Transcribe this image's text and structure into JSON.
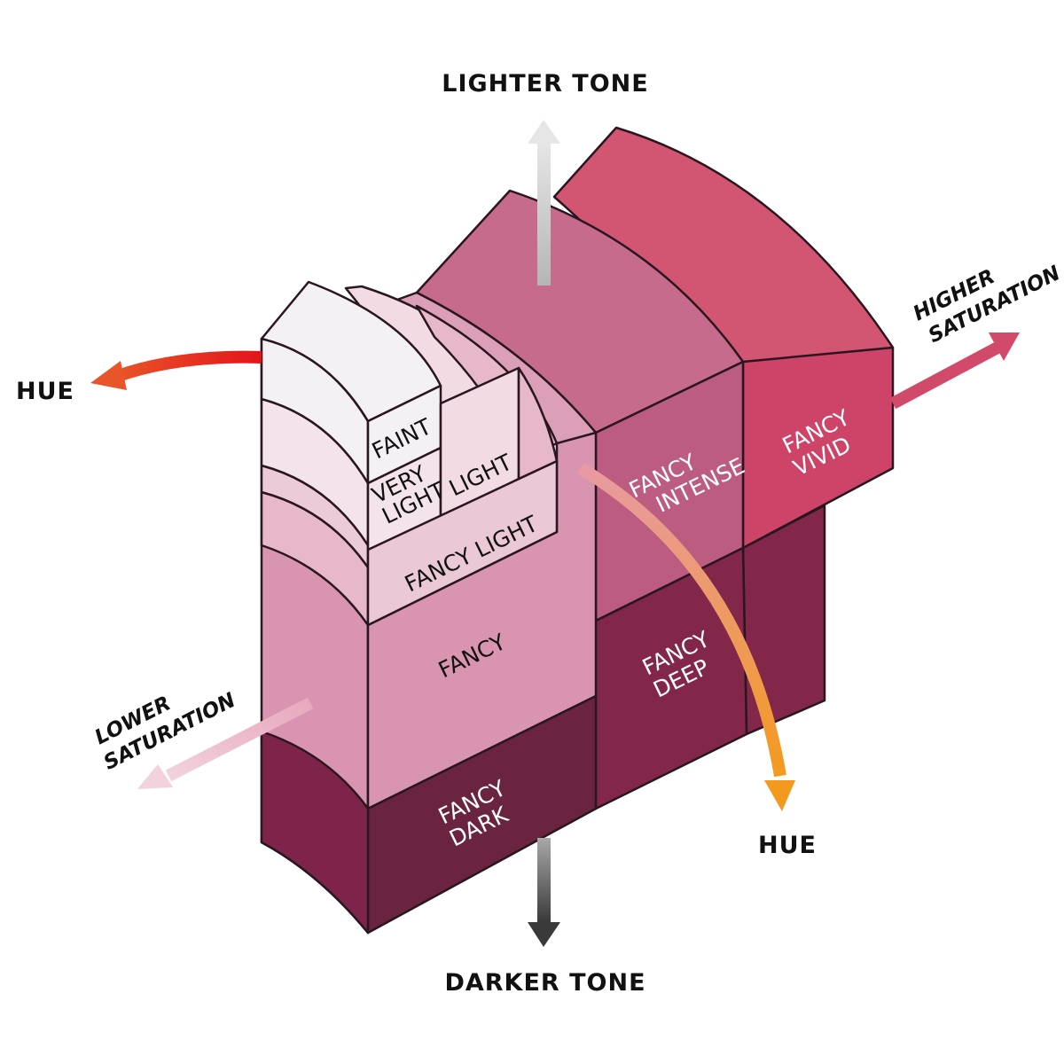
{
  "title": "Fancy Pink Diamond Color Grading",
  "axes": {
    "top": "LIGHTER TONE",
    "bottom": "DARKER TONE",
    "hue_left": "HUE",
    "hue_right": "HUE",
    "lower_saturation": [
      "LOWER",
      "SATURATION"
    ],
    "higher_saturation": [
      "HIGHER",
      "SATURATION"
    ]
  },
  "grades": {
    "faint": [
      "FAINT"
    ],
    "very_light": [
      "VERY",
      "LIGHT"
    ],
    "light": [
      "LIGHT"
    ],
    "fancy_light": [
      "FANCY LIGHT"
    ],
    "fancy": [
      "FANCY"
    ],
    "fancy_dark": [
      "FANCY",
      "DARK"
    ],
    "fancy_intense": [
      "FANCY",
      "INTENSE"
    ],
    "fancy_deep": [
      "FANCY",
      "DEEP"
    ],
    "fancy_vivid": [
      "FANCY",
      "VIVID"
    ]
  },
  "colors": {
    "faint": "#f4f1f4",
    "very_light": "#f2e4ea",
    "light": "#f2dbe3",
    "fancy_light": "#ebc8d5",
    "fancy": "#d994b0",
    "fancy_dark": "#6b2440",
    "fancy_dark_side": "#7e244a",
    "fancy_intense_top": "#c66b8c",
    "fancy_intense": "#bb5c80",
    "fancy_deep": "#82264a",
    "fancy_vivid_top": "#d25572",
    "fancy_vivid": "#cd4468",
    "hue_left_arrow": "#e6321e",
    "hue_right_arrow_start": "#e89aa2",
    "hue_right_arrow_end": "#f39a1e",
    "higher_sat_arrow": "#d24a6a",
    "lower_sat_arrow": "#eec3d0"
  }
}
